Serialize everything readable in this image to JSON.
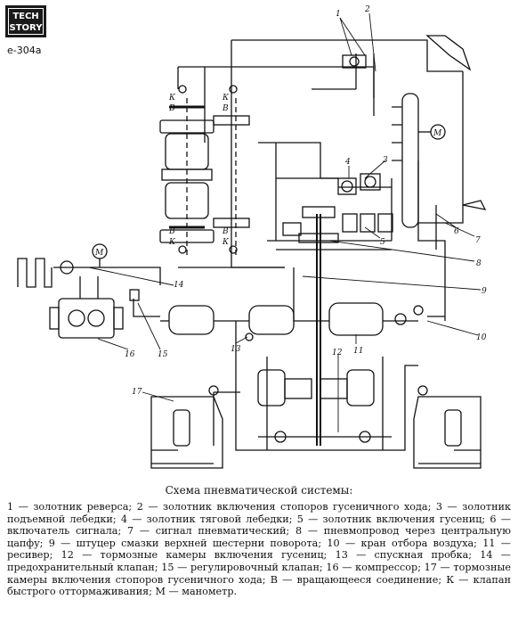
{
  "logo": {
    "line1": "TECH",
    "line2": "STORY"
  },
  "figure_code": "е-304а",
  "callouts": [
    "1",
    "2",
    "3",
    "4",
    "5",
    "6",
    "7",
    "8",
    "9",
    "10",
    "11",
    "12",
    "13",
    "14",
    "15",
    "16",
    "17"
  ],
  "letters": {
    "k": "К",
    "v": "В",
    "m": "М"
  },
  "caption_title": "Схема пневматической системы:",
  "caption_text": "1 — золотник реверса; 2 — золотник включения стопоров гусеничного хода; 3 — золотник подъемной лебедки; 4 — золотник тяговой лебедки; 5 — золотник включения гусениц; 6 — включатель сигнала; 7 — сигнал пневматический; 8 — пневмопровод через центральную цапфу; 9 — штуцер смазки верхней шестерни поворота; 10 — кран отбора воздуха; 11 — ресивер; 12 — тормозные камеры включения гусениц; 13 — спускная пробка; 14 — предохранительный клапан; 15 — регулировочный клапан; 16 — компрессор; 17 — тормозные камеры включения стопоров гусеничного хода; В — вращающееся соединение; К — клапан быстрого оттормаживания; М — манометр."
}
